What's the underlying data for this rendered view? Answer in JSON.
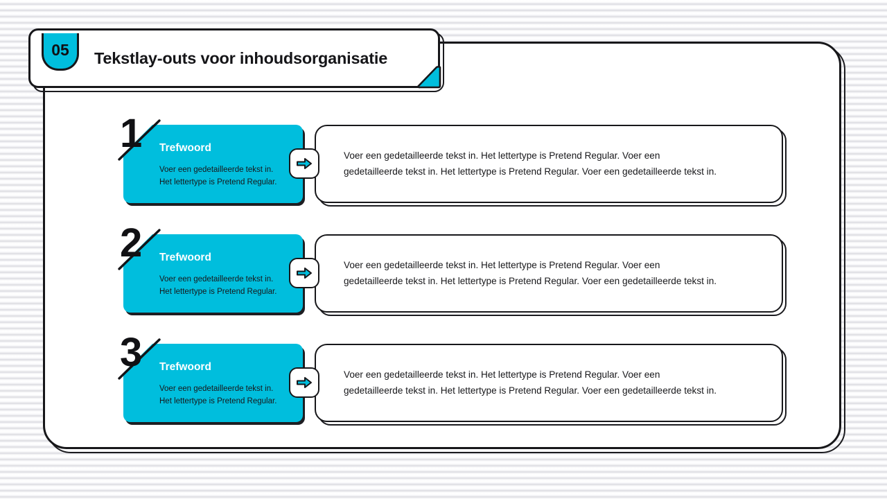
{
  "slide": {
    "section_number": "05",
    "title": "Tekstlay-outs voor inhoudsorganisatie",
    "accent_color": "#00bedd",
    "outline_color": "#17171a",
    "background": "striped-light-gray"
  },
  "rows": [
    {
      "numeral": "1",
      "card_title": "Trefwoord",
      "card_body": "Voer een gedetailleerde tekst in.\nHet lettertype is Pretend Regular.",
      "arrow_icon": "arrow-right-icon",
      "panel_text": "Voer een gedetailleerde tekst in. Het lettertype is Pretend Regular. Voer een\ngedetailleerde tekst in. Het lettertype is Pretend Regular. Voer een gedetailleerde tekst in."
    },
    {
      "numeral": "2",
      "card_title": "Trefwoord",
      "card_body": "Voer een gedetailleerde tekst in.\nHet lettertype is Pretend Regular.",
      "arrow_icon": "arrow-right-icon",
      "panel_text": "Voer een gedetailleerde tekst in. Het lettertype is Pretend Regular. Voer een\ngedetailleerde tekst in. Het lettertype is Pretend Regular. Voer een gedetailleerde tekst in."
    },
    {
      "numeral": "3",
      "card_title": "Trefwoord",
      "card_body": "Voer een gedetailleerde tekst in.\nHet lettertype is Pretend Regular.",
      "arrow_icon": "arrow-right-icon",
      "panel_text": "Voer een gedetailleerde tekst in. Het lettertype is Pretend Regular. Voer een\ngedetailleerde tekst in. Het lettertype is Pretend Regular. Voer een gedetailleerde tekst in."
    }
  ]
}
